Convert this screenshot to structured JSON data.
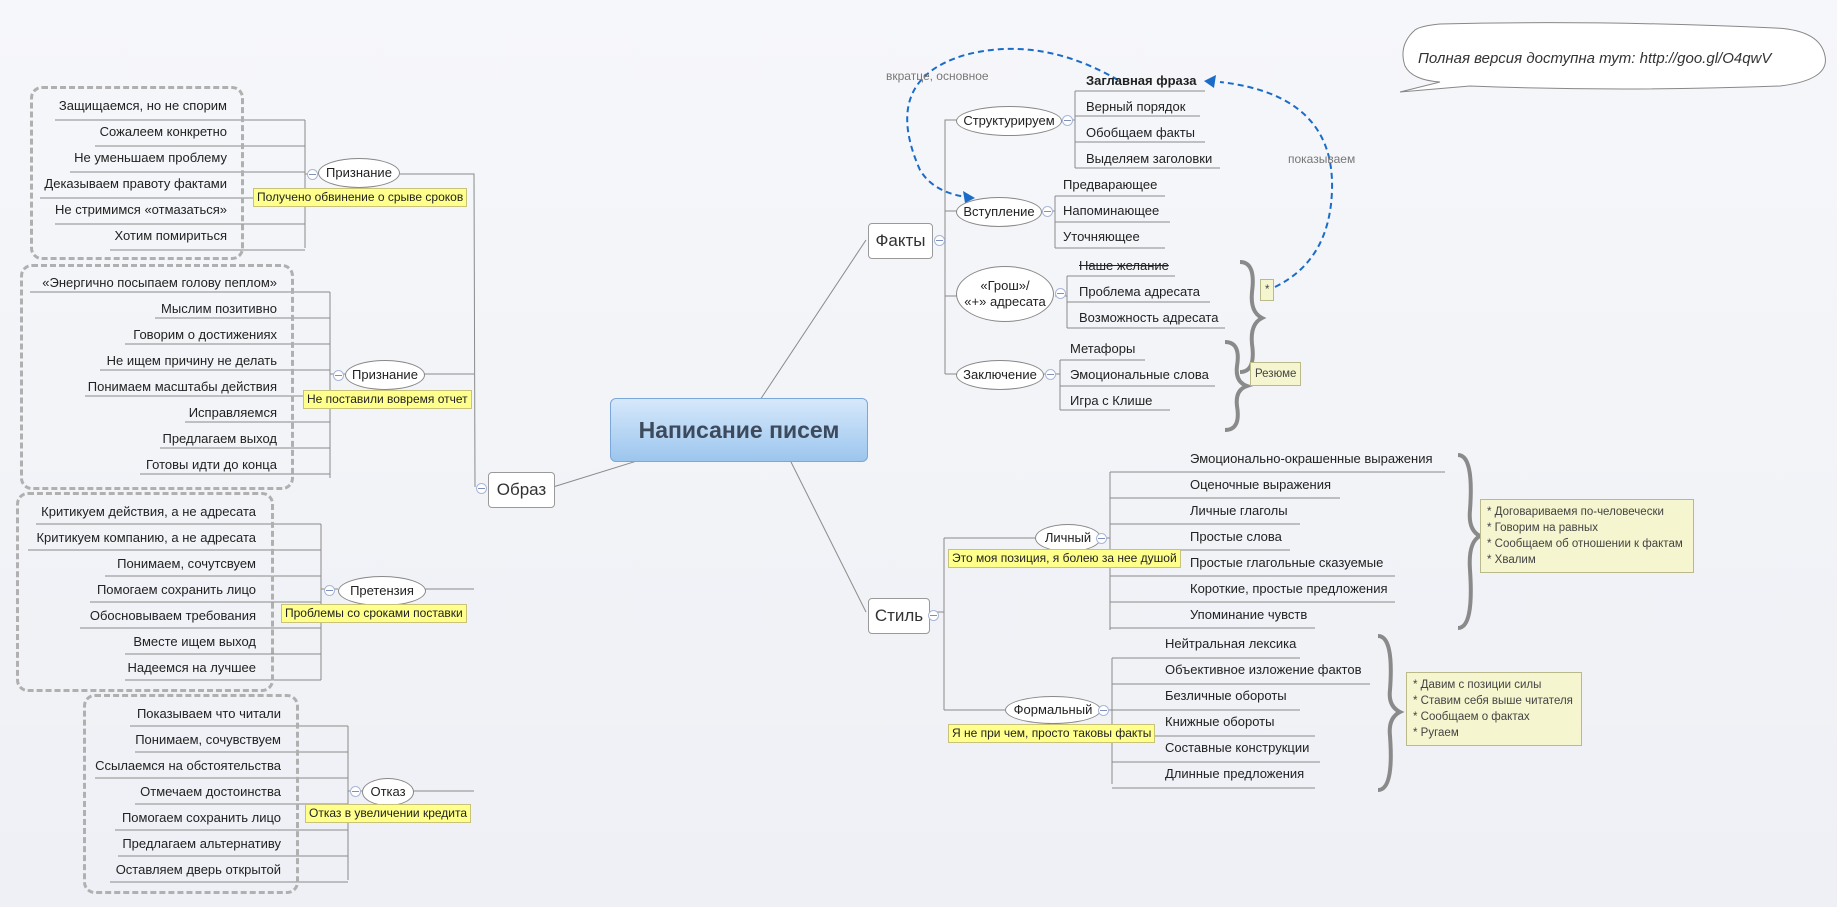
{
  "central": "Написание писем",
  "callout": "Полная версия доступна тут: http://goo.gl/O4qwV",
  "obraz": {
    "title": "Образ",
    "branches": [
      {
        "title": "Признание",
        "label": "Получено обвинение о срыве сроков",
        "items": [
          "Защищаемся, но не спорим",
          "Сожалеем конкретно",
          "Не уменьшаем проблему",
          "Деказываем правоту фактами",
          "Не стримимся «отмазаться»",
          "Хотим помириться"
        ]
      },
      {
        "title": "Признание",
        "label": "Не поставили вовремя отчет",
        "items": [
          "«Энергично посыпаем голову пеплом»",
          "Мыслим позитивно",
          "Говорим о достижениях",
          "Не ищем причину не делать",
          "Понимаем масштабы действия",
          "Исправляемся",
          "Предлагаем выход",
          "Готовы идти до конца"
        ]
      },
      {
        "title": "Претензия",
        "label": "Проблемы со сроками поставки",
        "items": [
          "Критикуем действия, а не адресата",
          "Критикуем компанию, а не адресата",
          "Понимаем, сочутсвуем",
          "Помогаем сохранить лицо",
          "Обосновываем требования",
          "Вместе ищем выход",
          "Надеемся на лучшее"
        ]
      },
      {
        "title": "Отказ",
        "label": "Отказ в увеличении кредита",
        "items": [
          "Показываем что читали",
          "Понимаем, сочувствуем",
          "Ссылаемся на обстоятельства",
          "Отмечаем достоинства",
          "Помогаем сохранить лицо",
          "Предлагаем альтернативу",
          "Оставляем дверь открытой"
        ]
      }
    ]
  },
  "fakty": {
    "title": "Факты",
    "branches": [
      {
        "title": "Структурируем",
        "items": [
          "Заглавная фраза",
          "Верный порядок",
          "Обобщаем факты",
          "Выделяем заголовки"
        ]
      },
      {
        "title": "Вступление",
        "items": [
          "Предварающее",
          "Напоминающее",
          "Уточняющее"
        ]
      },
      {
        "title_line1": "«Грош»/",
        "title_line2": "«+» адресата",
        "items": [
          "Наше желание",
          "Проблема адресата",
          "Возможность адресата"
        ]
      },
      {
        "title": "Заключение",
        "items": [
          "Метафоры",
          "Эмоциональные слова",
          "Игра с Клише"
        ]
      }
    ],
    "relation_brief": "вкратце, основное",
    "relation_shows": "показываем",
    "star_box": "*",
    "summary_box": "Резюме"
  },
  "stil": {
    "title": "Стиль",
    "branches": [
      {
        "title": "Личный",
        "label": "Это моя позиция, я болею за нее душой",
        "items": [
          "Эмоционально-окрашенные выражения",
          "Оценочные выражения",
          "Личные глаголы",
          "Простые слова",
          "Простые глагольные сказуемые",
          "Короткие, простые предложения",
          "Упоминание чувств"
        ],
        "notes": [
          "* Договариваемя по-человечески",
          "* Говорим на равных",
          "* Сообщаем об отношении к фактам",
          "* Хвалим"
        ]
      },
      {
        "title": "Формальный",
        "label": "Я не при чем, просто таковы факты",
        "items": [
          "Нейтральная лексика",
          "Объективное изложение фактов",
          "Безличные обороты",
          "Книжные обороты",
          "Составные конструкции",
          "Длинные предложения"
        ],
        "notes": [
          "* Давим с позиции силы",
          "* Ставим себя выше читателя",
          "* Сообщаем о фактах",
          "* Ругаем"
        ]
      }
    ]
  }
}
